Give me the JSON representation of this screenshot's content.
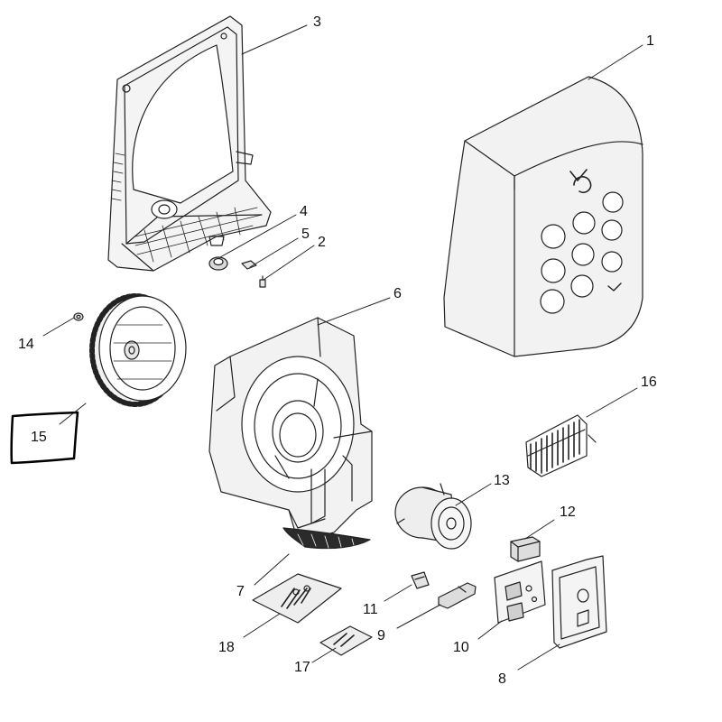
{
  "callouts": {
    "c1": "1",
    "c2": "2",
    "c3": "3",
    "c4": "4",
    "c5": "5",
    "c6": "6",
    "c7": "7",
    "c8": "8",
    "c9": "9",
    "c10": "10",
    "c11": "11",
    "c12": "12",
    "c13": "13",
    "c14": "14",
    "c15": "15",
    "c16": "16",
    "c17": "17",
    "c18": "18"
  },
  "colors": {
    "line": "#222222",
    "fill": "#f2f2f2",
    "highlight_box": "#000000"
  }
}
